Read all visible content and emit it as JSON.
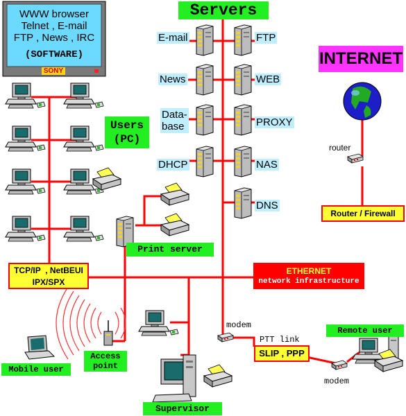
{
  "monitor": {
    "lines": [
      "WWW browser",
      "Telnet  , E-mail",
      "FTP , News , IRC"
    ],
    "software": "(SOFTWARE)",
    "brand": "SONY"
  },
  "servers": {
    "title": "Servers",
    "left": [
      "E-mail",
      "News",
      "Data-\nbase",
      "DHCP"
    ],
    "right": [
      "FTP",
      "WEB",
      "PROXY",
      "NAS",
      "DNS"
    ]
  },
  "internet": {
    "title": "INTERNET",
    "router": "router",
    "firewall": "Router / Firewall"
  },
  "users": {
    "label": "Users\n(PC)"
  },
  "print_server": "Print server",
  "protocols": "TCP/IP  , NetBEUI\nIPX/SPX",
  "ethernet": {
    "title": "ETHERNET",
    "subtitle": "network infrastructure"
  },
  "access_point": "Access\npoint",
  "mobile_user": "Mobile user",
  "modem_center": "modem",
  "ptt": {
    "title": "PTT link",
    "protocols": "SLIP , PPP"
  },
  "remote": {
    "user": "Remote user",
    "modem": "modem"
  },
  "supervisor": "Supervisor",
  "colors": {
    "link": "#ff0000",
    "label_bg": "#22ee22",
    "server_label_bg": "#bfefff",
    "box_fill": "#ffff33",
    "internet_bg": "#ff33ff"
  }
}
